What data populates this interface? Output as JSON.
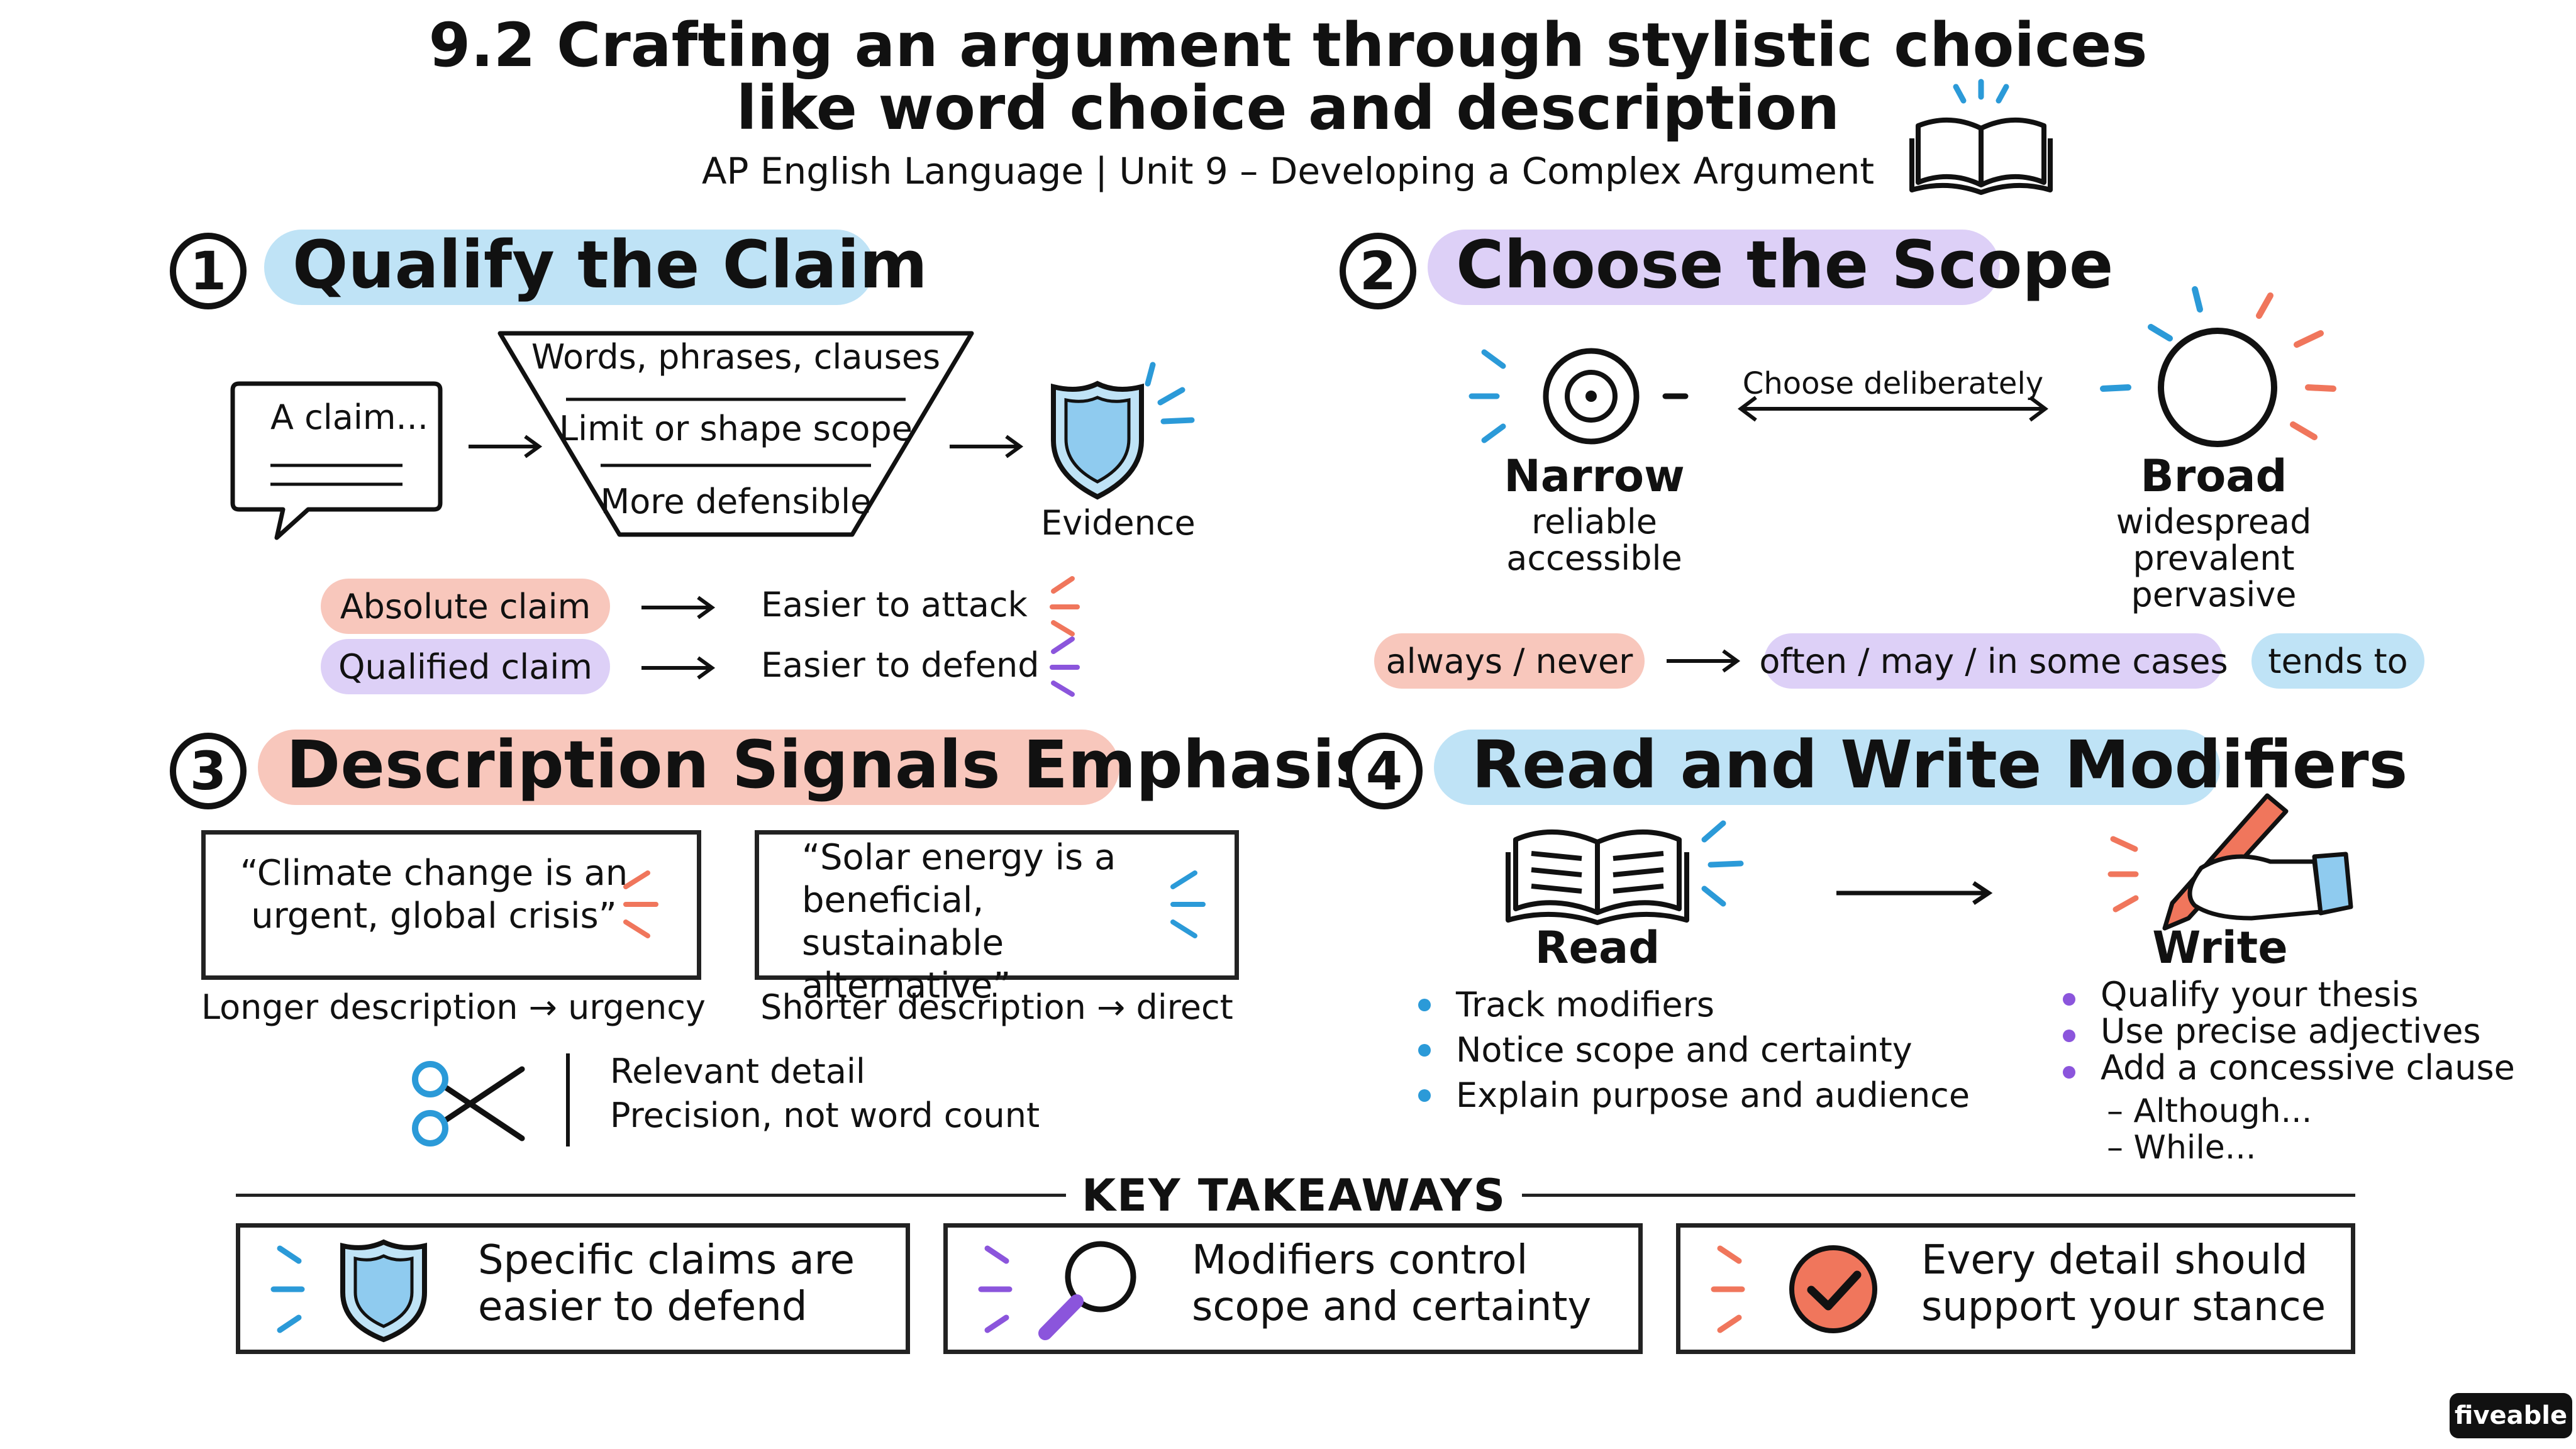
{
  "header": {
    "title_line1": "9.2 Crafting an argument through stylistic choices",
    "title_line2": "like word choice and description",
    "subtitle": "AP English Language | Unit 9 – Developing a Complex Argument"
  },
  "colors": {
    "blue": "#bfe3f6",
    "purple": "#ddd0f7",
    "salmon": "#f8c7bc",
    "accent_blue": "#2b9ad8",
    "accent_purple": "#8b55dc",
    "accent_salmon": "#f0765c"
  },
  "section1": {
    "number": "1",
    "title": "Qualify the Claim",
    "claim_bubble": "A claim...",
    "funnel": [
      "Words, phrases, clauses",
      "Limit or shape scope",
      "More defensible"
    ],
    "evidence_label": "Evidence",
    "rows": [
      {
        "pill": "Absolute claim",
        "result": "Easier to attack"
      },
      {
        "pill": "Qualified claim",
        "result": "Easier to defend"
      }
    ]
  },
  "section2": {
    "number": "2",
    "title": "Choose the Scope",
    "arrow_label": "Choose deliberately",
    "narrow": {
      "label": "Narrow",
      "words": [
        "reliable",
        "accessible"
      ]
    },
    "broad": {
      "label": "Broad",
      "words": [
        "widespread",
        "prevalent",
        "pervasive"
      ]
    },
    "pills": [
      "always / never",
      "often / may / in some cases",
      "tends to"
    ]
  },
  "section3": {
    "number": "3",
    "title": "Description Signals Emphasis",
    "quote1": "“Climate change is an urgent, global crisis”",
    "quote2": "“Solar energy is a beneficial, sustainable alternative”",
    "caption1": "Longer description → urgency",
    "caption2": "Shorter description → direct",
    "detail_lines": [
      "Relevant detail",
      "Precision, not word count"
    ]
  },
  "section4": {
    "number": "4",
    "title": "Read and Write Modifiers",
    "read_label": "Read",
    "read_items": [
      "Track modifiers",
      "Notice scope and certainty",
      "Explain purpose and audience"
    ],
    "write_label": "Write",
    "write_items": [
      "Qualify your thesis",
      "Use precise adjectives",
      "Add a concessive clause"
    ],
    "write_subitems": [
      "–  Although...",
      "–  While..."
    ]
  },
  "takeaways": {
    "heading": "KEY TAKEAWAYS",
    "items": [
      {
        "line1": "Specific claims are",
        "line2": "easier to defend",
        "icon": "shield-icon"
      },
      {
        "line1": "Modifiers control",
        "line2": "scope and certainty",
        "icon": "magnifier-icon"
      },
      {
        "line1": "Every detail should",
        "line2": "support your stance",
        "icon": "check-icon"
      }
    ]
  },
  "brand": "fiveable"
}
